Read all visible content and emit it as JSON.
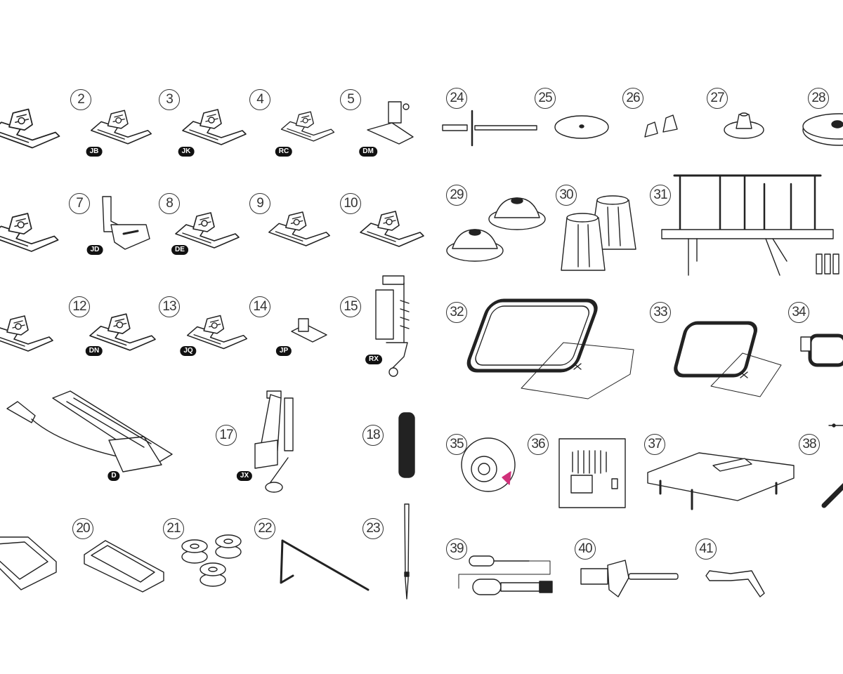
{
  "title": "Accessories diagram",
  "items": {
    "n2": "2",
    "n3": "3",
    "n4": "4",
    "n5": "5",
    "n7": "7",
    "n8": "8",
    "n9": "9",
    "n10": "10",
    "n12": "12",
    "n13": "13",
    "n14": "14",
    "n15": "15",
    "n17": "17",
    "n18": "18",
    "n20": "20",
    "n21": "21",
    "n22": "22",
    "n23": "23",
    "n24": "24",
    "n25": "25",
    "n26": "26",
    "n27": "27",
    "n28": "28",
    "n29": "29",
    "n30": "30",
    "n31": "31",
    "n32": "32",
    "n33": "33",
    "n34": "34",
    "n35": "35",
    "n36": "36",
    "n37": "37",
    "n38": "38",
    "n39": "39",
    "n40": "40",
    "n41": "41"
  },
  "badges": {
    "b2": "JB",
    "b3": "JK",
    "b4": "RC",
    "b5": "DM",
    "b7": "JD",
    "b8": "DE",
    "b12": "DN",
    "b13": "JQ",
    "b14": "JP",
    "b15": "RX",
    "b16": "D",
    "b17": "JX"
  },
  "colors": {
    "line": "#222222",
    "badge": "#111111",
    "background": "#ffffff",
    "accent": "#d0307a"
  }
}
